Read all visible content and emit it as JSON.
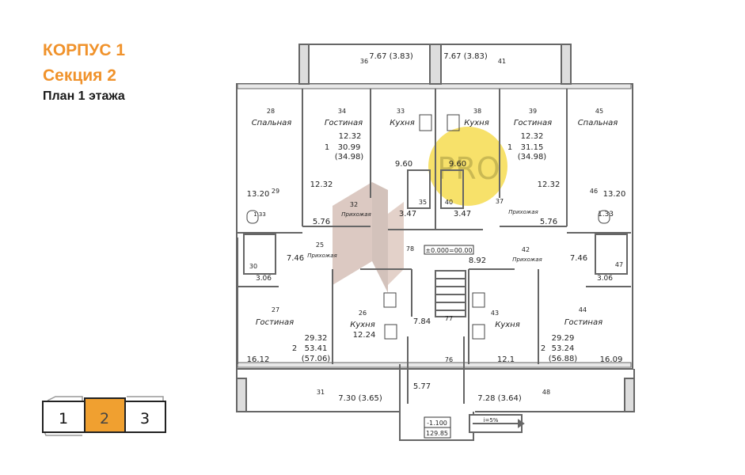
{
  "header": {
    "building": "КОРПУС 1",
    "section": "Секция 2",
    "plan": "План 1 этажа"
  },
  "section_selector": {
    "items": [
      {
        "label": "1",
        "active": false
      },
      {
        "label": "2",
        "active": true
      },
      {
        "label": "3",
        "active": false
      }
    ],
    "active_color": "#f0a030"
  },
  "colors": {
    "accent": "#f0922b",
    "watermark": "#f6dc50",
    "wall": "#7a7a7a"
  },
  "watermark": "PRO",
  "plan": {
    "balconies": {
      "top_left": {
        "num": "36",
        "area": "7.67 (3.83)"
      },
      "top_right": {
        "num": "41",
        "area": "7.67 (3.83)"
      },
      "bottom_left": {
        "num": "31",
        "area": "7.30 (3.65)"
      },
      "bottom_right": {
        "num": "48",
        "area": "7.28 (3.64)"
      }
    },
    "rooms": {
      "r28": {
        "num": "28",
        "name": "Спальная",
        "area": "13.20"
      },
      "r29": {
        "num": "29"
      },
      "r34": {
        "num": "34",
        "name": "Гостиная",
        "area": "12.32"
      },
      "r33": {
        "num": "33",
        "name": "Кухня",
        "area": "9.60"
      },
      "r38": {
        "num": "38",
        "name": "Кухня",
        "area": "9.60"
      },
      "r39": {
        "num": "39",
        "name": "Гостиная",
        "area": "12.32"
      },
      "r45": {
        "num": "45",
        "name": "Спальная",
        "area": "13.20"
      },
      "r46": {
        "num": "46"
      },
      "r32": {
        "num": "32",
        "name": "Прихожая",
        "area": "5.76"
      },
      "r35": {
        "num": "35",
        "area": "3.47"
      },
      "r40": {
        "num": "40",
        "area": "3.47"
      },
      "r37": {
        "num": "37",
        "name": "Прихожая",
        "area": "5.76"
      },
      "r25": {
        "num": "25",
        "name": "Прихожая",
        "area": "7.46"
      },
      "r30": {
        "num": "30",
        "area": "3.06"
      },
      "r42": {
        "num": "42",
        "name": "Прихожая",
        "area": "7.46"
      },
      "r47": {
        "num": "47",
        "area": "3.06"
      },
      "r78": {
        "num": "78"
      },
      "r27": {
        "num": "27",
        "name": "Гостиная",
        "area": "16.12"
      },
      "r26": {
        "num": "26",
        "name": "Кухня",
        "area": "12.24"
      },
      "r77": {
        "num": "77",
        "area": "7.84"
      },
      "r76": {
        "num": "76",
        "area": "5.77"
      },
      "r43": {
        "num": "43",
        "name": "Кухня",
        "area": "12.1"
      },
      "r44": {
        "num": "44",
        "name": "Гостиная",
        "area": "16.09"
      }
    },
    "wc_small": "1.33",
    "corridor_area": "8.92",
    "level_mark": "±0.000=00.00",
    "entry_level": "-1.100",
    "entry_abs": "129.85",
    "ramp": "i=5%",
    "apartments": [
      {
        "rooms": "1",
        "living": "12.32",
        "total": "30.99",
        "with_balcony": "(34.98)"
      },
      {
        "rooms": "1",
        "living": "12.32",
        "total": "31.15",
        "with_balcony": "(34.98)"
      },
      {
        "rooms": "2",
        "living": "29.32",
        "total": "53.41",
        "with_balcony": "(57.06)"
      },
      {
        "rooms": "2",
        "living": "29.29",
        "total": "53.24",
        "with_balcony": "(56.88)"
      }
    ]
  }
}
